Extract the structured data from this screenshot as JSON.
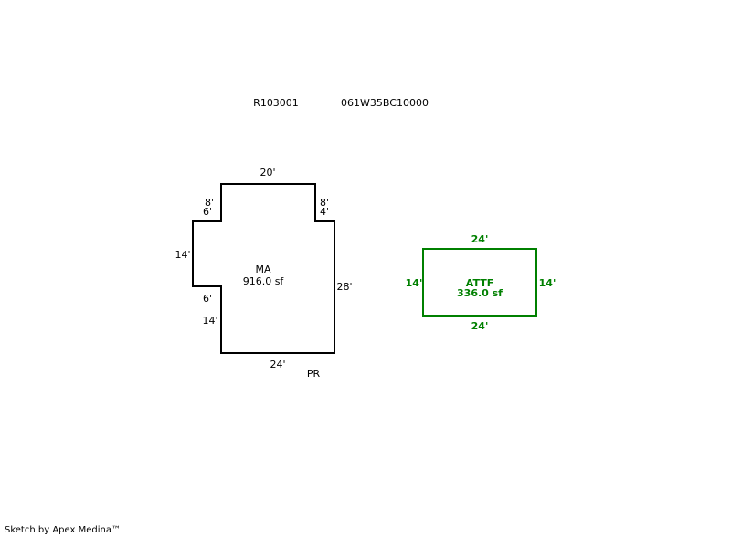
{
  "header": {
    "account_id": "R103001",
    "map_tax_lot": "061W35BC10000"
  },
  "main_area": {
    "label": "MA",
    "area": "916.0 sf",
    "dimensions": {
      "top": "20'",
      "upper_left_notch_width": "8'",
      "upper_left_notch_height": "6'",
      "upper_right_notch_width": "8'",
      "upper_right_notch_height": "4'",
      "left_wall": "14'",
      "lower_left_notch": "6'",
      "lower_left_wall": "14'",
      "right_wall": "28'",
      "bottom": "24'"
    },
    "porch_label": "PR"
  },
  "attached_garage": {
    "label": "ATTF",
    "area": "336.0 sf",
    "color": "#008000",
    "dimensions": {
      "top": "24'",
      "left": "14'",
      "right": "14'",
      "bottom": "24'"
    }
  },
  "footer": {
    "credit": "Sketch by Apex Medina™"
  }
}
